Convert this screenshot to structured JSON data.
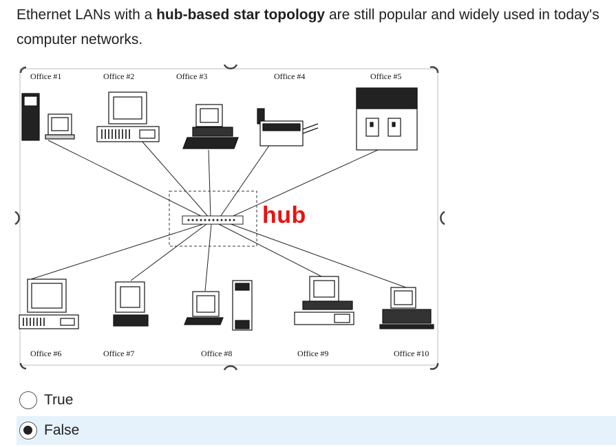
{
  "question": {
    "text_before": "Ethernet LANs with a ",
    "text_bold": "hub-based star topology",
    "text_after": " are still popular and widely used in today's computer networks."
  },
  "figure": {
    "hub_label": "hub",
    "offices": [
      "Office #1",
      "Office #2",
      "Office #3",
      "Office #4",
      "Office #5",
      "Office #6",
      "Office #7",
      "Office #8",
      "Office #9",
      "Office #10"
    ],
    "hub_label_color": "#e8130f"
  },
  "options": [
    {
      "label": "True",
      "selected": false
    },
    {
      "label": "False",
      "selected": true
    }
  ],
  "colors": {
    "selected_bg": "#e6f2fb",
    "text": "#202122"
  }
}
